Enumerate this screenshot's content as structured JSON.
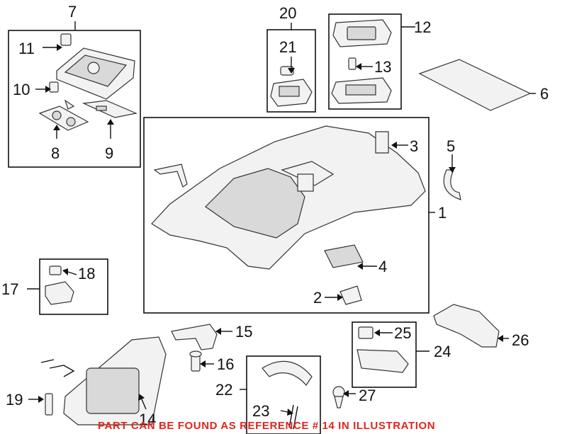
{
  "callouts": [
    "1",
    "2",
    "3",
    "4",
    "5",
    "6",
    "7",
    "8",
    "9",
    "10",
    "11",
    "12",
    "13",
    "14",
    "15",
    "16",
    "17",
    "18",
    "19",
    "20",
    "21",
    "22",
    "23",
    "24",
    "25",
    "26",
    "27"
  ],
  "footer_note": "PART CAN BE FOUND AS REFERENCE # 14 IN ILLUSTRATION",
  "colors": {
    "note": "#e0261c",
    "ink": "#111111"
  }
}
